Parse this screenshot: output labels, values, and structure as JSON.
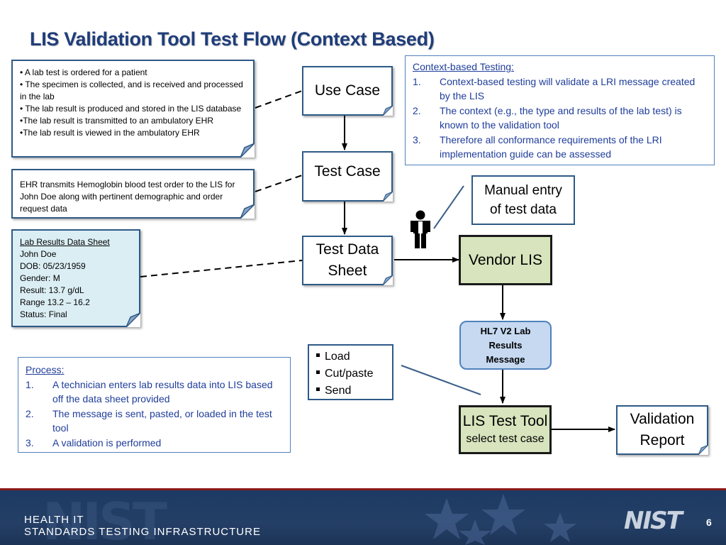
{
  "title": "LIS Validation Tool Test Flow (Context Based)",
  "use_case_note": {
    "items": [
      "• A lab test is ordered for a patient",
      "• The specimen is collected, and is received and processed in the lab",
      "• The lab result  is produced and stored in the LIS database",
      "•The lab result is transmitted to an ambulatory EHR",
      "•The lab result is viewed in the ambulatory  EHR"
    ]
  },
  "test_case_note": {
    "text": "EHR transmits Hemoglobin blood test order to the LIS for John Doe along with pertinent demographic and order request data"
  },
  "data_sheet_note": {
    "heading": "Lab Results Data Sheet",
    "lines": [
      "John Doe",
      "DOB: 05/23/1959",
      "Gender: M",
      "Result: 13.7 g/dL",
      "Range 13.2 – 16.2",
      "Status: Final"
    ]
  },
  "flow": {
    "use_case": "Use Case",
    "test_case": "Test Case",
    "test_data_sheet_line1": "Test Data",
    "test_data_sheet_line2": "Sheet",
    "manual_entry_line1": "Manual entry",
    "manual_entry_line2": "of test data",
    "vendor_lis": "Vendor LIS",
    "hl7_line1": "HL7 V2 Lab",
    "hl7_line2": "Results",
    "hl7_line3": "Message",
    "lis_tool_line1": "LIS Test Tool",
    "lis_tool_line2": "select test case",
    "validation_line1": "Validation",
    "validation_line2": "Report"
  },
  "load_options": [
    "Load",
    "Cut/paste",
    "Send"
  ],
  "context_box": {
    "heading": "Context-based Testing:",
    "items": [
      {
        "n": "1.",
        "text": "Context-based testing will validate a LRI message created by the LIS"
      },
      {
        "n": "2.",
        "text": "The context (e.g., the type and results of the lab test) is known to the validation tool"
      },
      {
        "n": "3.",
        "text": "Therefore all conformance requirements of the LRI implementation guide can be assessed"
      }
    ]
  },
  "process_box": {
    "heading": "Process:",
    "items": [
      {
        "n": "1.",
        "text": "A technician enters lab results data into LIS based off the data sheet provided"
      },
      {
        "n": "2.",
        "text": "The message is sent, pasted, or loaded in the test tool"
      },
      {
        "n": "3.",
        "text": "A validation is performed"
      }
    ]
  },
  "footer": {
    "line1": "HEALTH IT",
    "line2": "STANDARDS TESTING INFRASTRUCTURE",
    "logo": "NIST",
    "page_number": "6"
  },
  "colors": {
    "title": "#1f3d7a",
    "box_border": "#2e5a87",
    "note_blue": "#dbeef4",
    "vendor_green": "#d7e4bd",
    "hl7_blue": "#c6d9f1",
    "info_text": "#1f3d9a",
    "footer_bg": "#1b3a63"
  },
  "icons": [
    "person-icon",
    "page-fold-icon",
    "square-bullet-icon"
  ]
}
